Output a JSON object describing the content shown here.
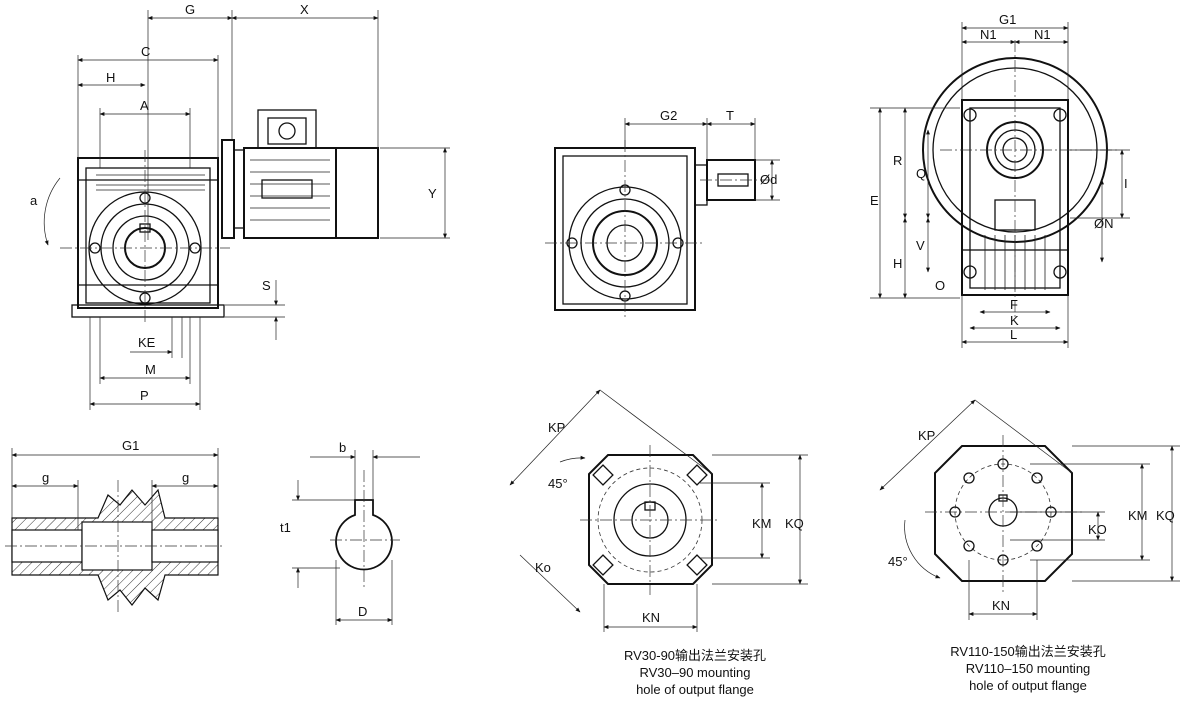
{
  "labels": {
    "G": "G",
    "X": "X",
    "C": "C",
    "H": "H",
    "A": "A",
    "alpha": "a",
    "Y": "Y",
    "S": "S",
    "KE": "KE",
    "M": "M",
    "P": "P",
    "G2": "G2",
    "T": "T",
    "d": "Ød",
    "G1_top": "G1",
    "N1_left": "N1",
    "N1_right": "N1",
    "R": "R",
    "Q": "Q",
    "E": "E",
    "V": "V",
    "Hr": "H",
    "I": "I",
    "N": "ØN",
    "O": "O",
    "F": "F",
    "K": "K",
    "L": "L",
    "G1_shaft": "G1",
    "g_left": "g",
    "g_right": "g",
    "b": "b",
    "t1": "t1",
    "D": "D",
    "KP_l": "KP",
    "deg45_l": "45°",
    "KO_l": "Ko",
    "KM_l": "KM",
    "KQ_l": "KQ",
    "KN_l": "KN",
    "KP_r": "KP",
    "deg45_r": "45°",
    "KO_r": "KO",
    "KM_r": "KM",
    "KQ_r": "KQ",
    "KN_r": "KN"
  },
  "captions": {
    "left": [
      "RV30-90输出法兰安装孔",
      "RV30–90 mounting",
      "hole of output flange"
    ],
    "right": [
      "RV110-150输出法兰安装孔",
      "RV110–150 mounting",
      "hole of output flange"
    ]
  }
}
